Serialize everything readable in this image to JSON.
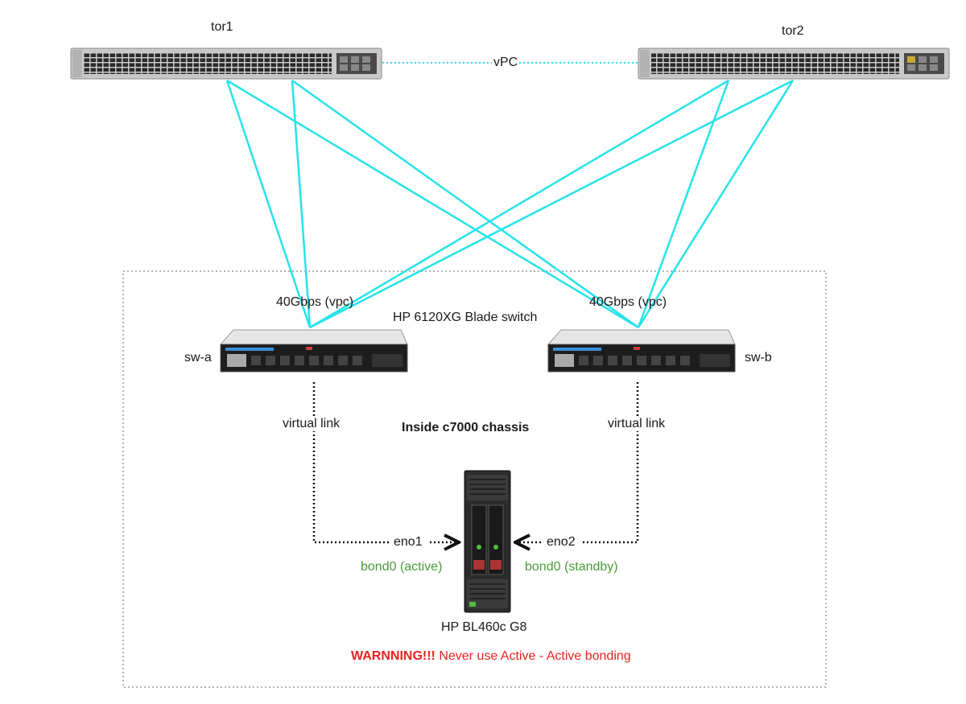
{
  "diagram": {
    "tor1_label": "tor1",
    "tor2_label": "tor2",
    "vpc_label": "vPC",
    "sw_a_label": "sw-a",
    "sw_b_label": "sw-b",
    "sw_a_uplink": "40Gbps (vpc)",
    "sw_b_uplink": "40Gbps (vpc)",
    "blade_switch_label": "HP 6120XG Blade switch",
    "chassis_label": "Inside c7000 chassis",
    "virtual_link_left": "virtual link",
    "virtual_link_right": "virtual link",
    "eno1_label": "eno1",
    "eno2_label": "eno2",
    "bond_active": "bond0 (active)",
    "bond_standby": "bond0 (standby)",
    "server_label": "HP BL460c G8",
    "warning_prefix": "WARNNING!!!",
    "warning_text": " Never use Active - Active bonding"
  },
  "colors": {
    "link": "#26e3e8",
    "green": "#4a9a3a",
    "warning": "#e8231f"
  },
  "icons": {
    "tor_switch": "network-switch-icon",
    "blade_switch": "blade-switch-icon",
    "blade_server": "blade-server-icon"
  }
}
